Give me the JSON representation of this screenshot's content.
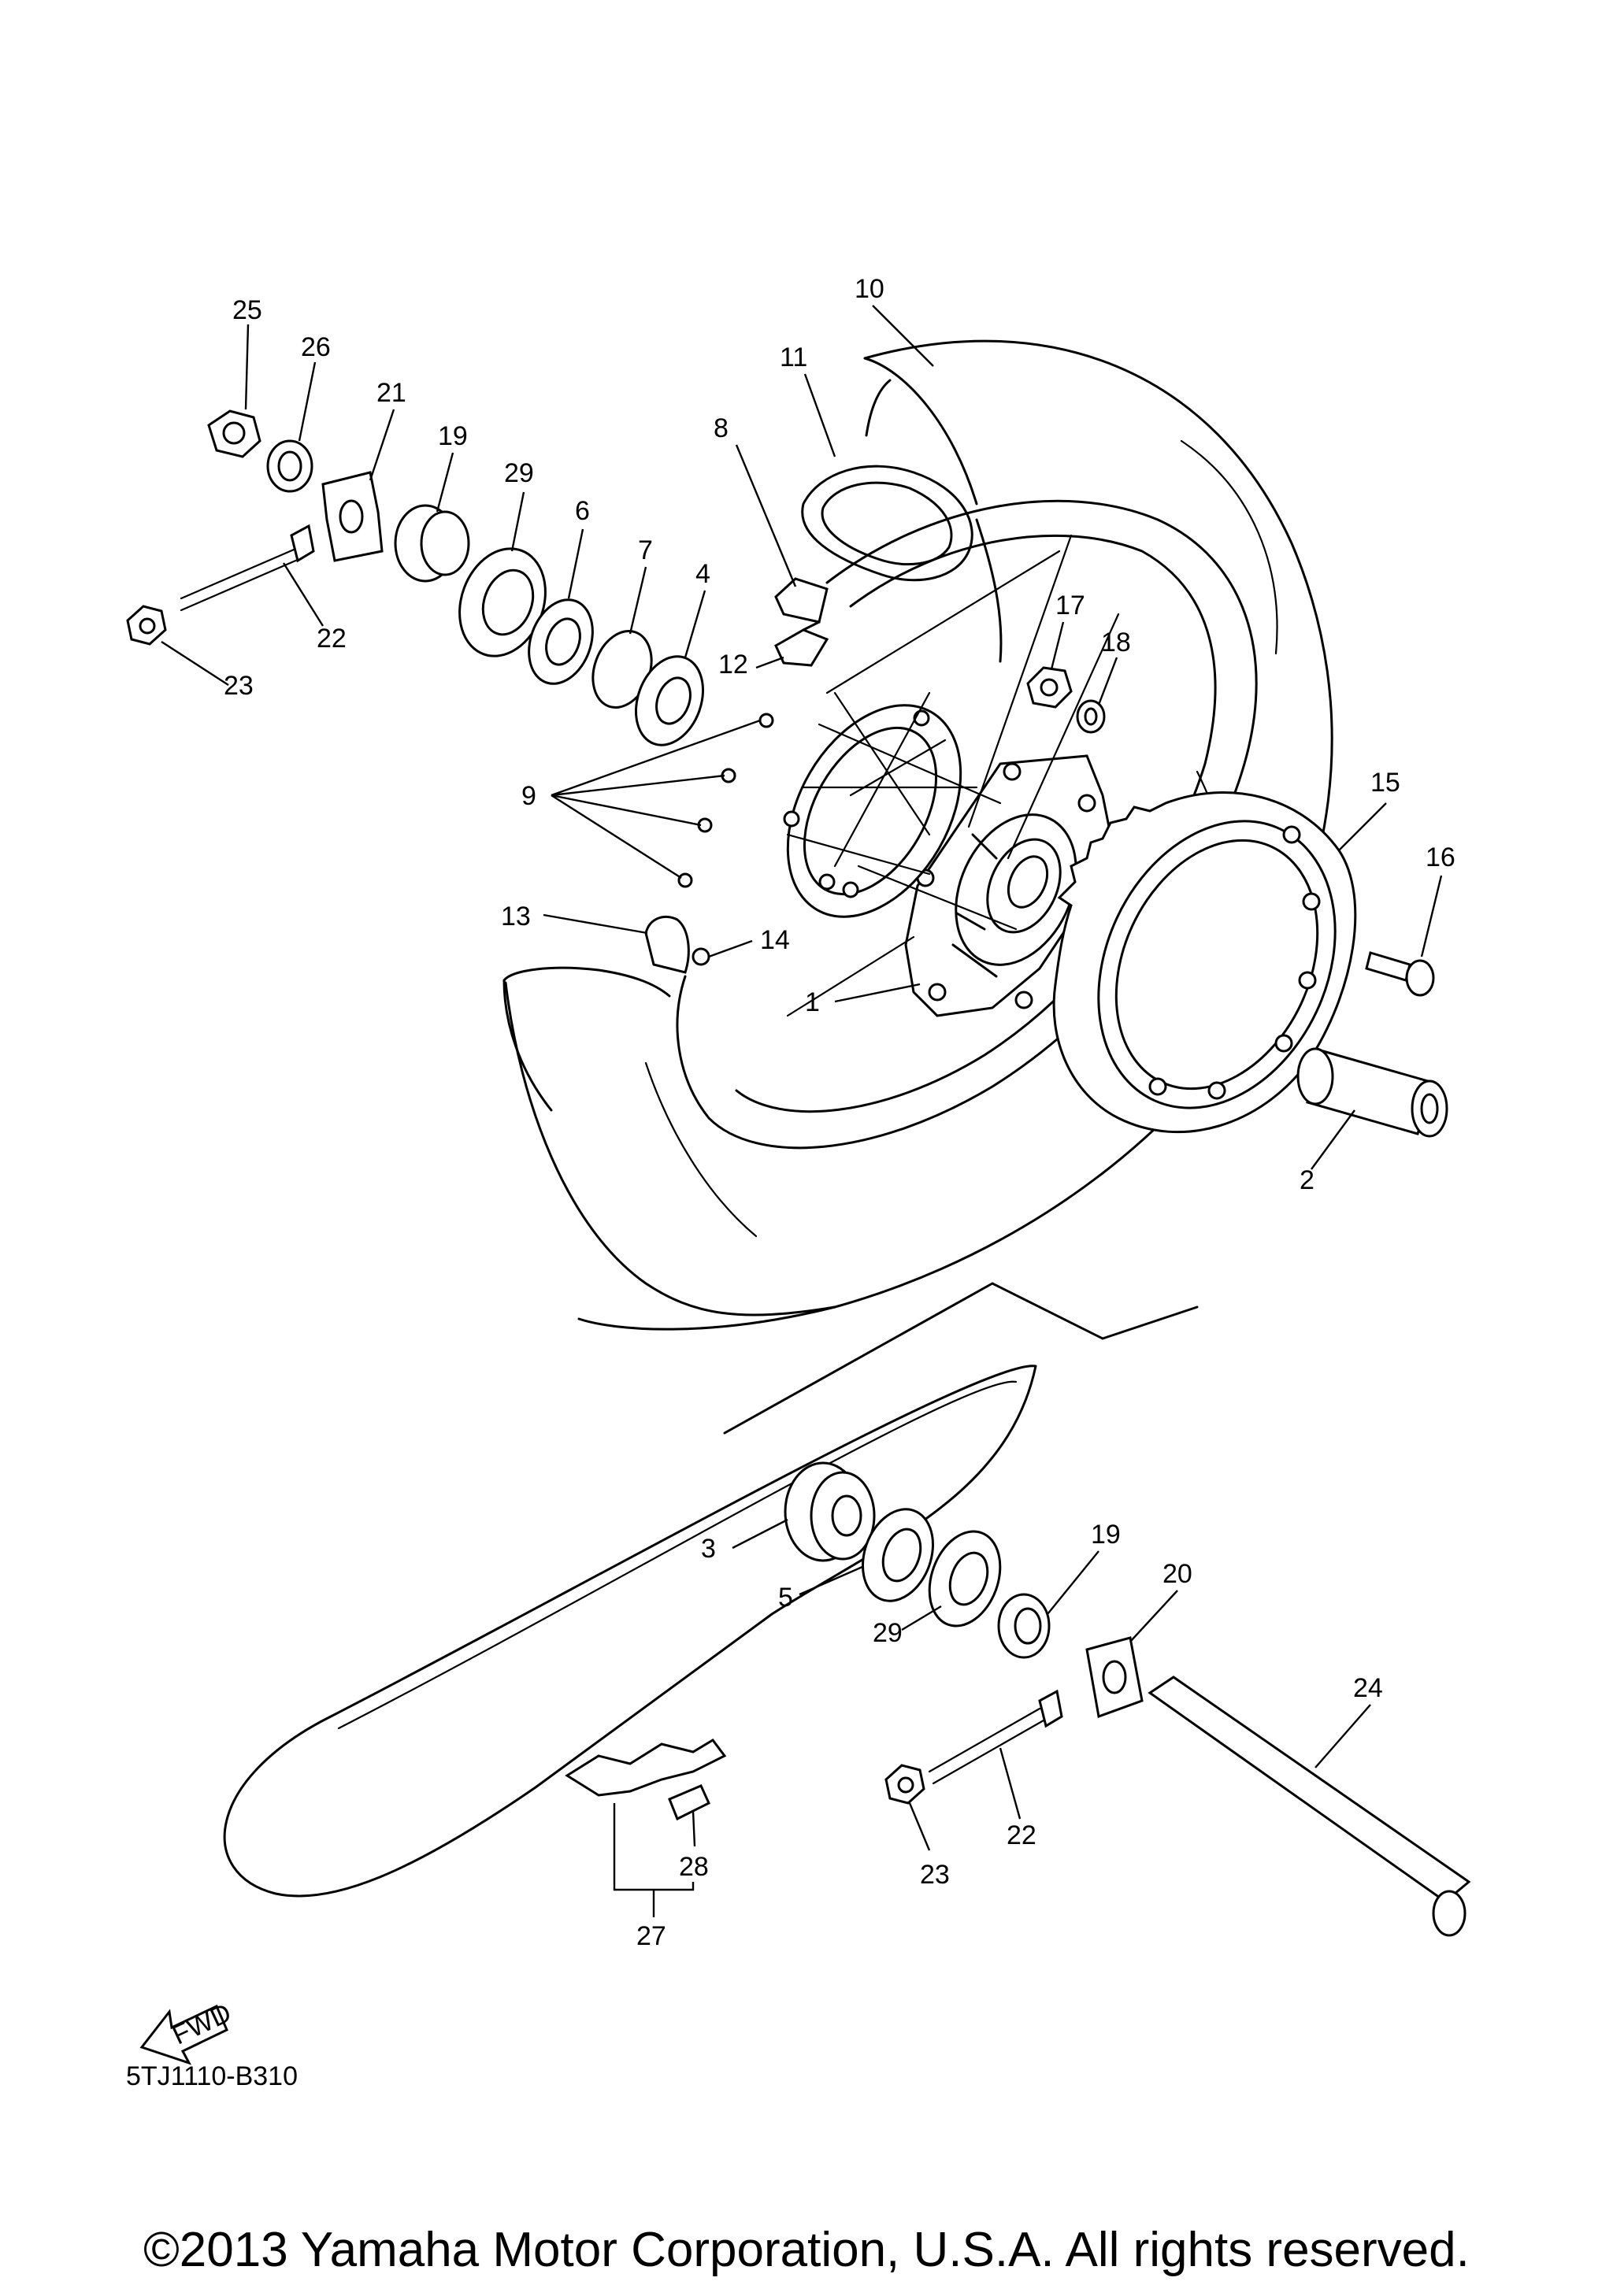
{
  "diagram": {
    "code": "5TJ1110-B310",
    "fwd_label": "FWD",
    "copyright": "©2013 Yamaha Motor Corporation, U.S.A. All rights reserved.",
    "callouts": {
      "c1": "1",
      "c2": "2",
      "c3": "3",
      "c4": "4",
      "c5": "5",
      "c6": "6",
      "c7": "7",
      "c8": "8",
      "c9": "9",
      "c10": "10",
      "c11": "11",
      "c12": "12",
      "c13": "13",
      "c14": "14",
      "c15": "15",
      "c16": "16",
      "c17": "17",
      "c18": "18",
      "c19a": "19",
      "c19b": "19",
      "c20": "20",
      "c21": "21",
      "c22a": "22",
      "c22b": "22",
      "c23a": "23",
      "c23b": "23",
      "c24": "24",
      "c25": "25",
      "c26": "26",
      "c27": "27",
      "c28": "28",
      "c29a": "29",
      "c29b": "29"
    }
  }
}
